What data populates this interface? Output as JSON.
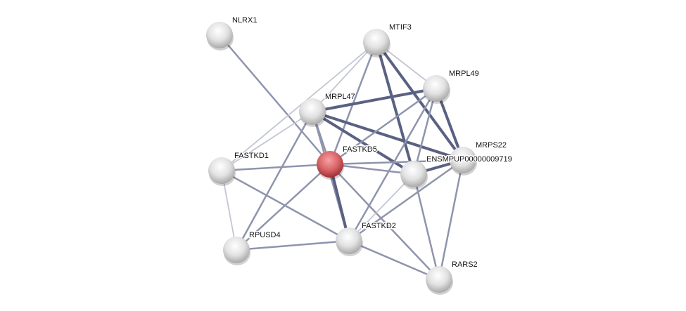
{
  "network": {
    "query_node": "FASTKD5",
    "colors": {
      "query": "#d9666a",
      "node": "#e4e4e4",
      "edge_strong": "#5a6182",
      "edge_medium": "#8f94ad",
      "edge_weak": "#c3c6d3"
    },
    "nodes": [
      {
        "id": "NLRX1",
        "label": "NLRX1"
      },
      {
        "id": "MTIF3",
        "label": "MTIF3"
      },
      {
        "id": "MRPL49",
        "label": "MRPL49"
      },
      {
        "id": "MRPL47",
        "label": "MRPL47"
      },
      {
        "id": "FASTKD5",
        "label": "FASTKD5"
      },
      {
        "id": "FASTKD1",
        "label": "FASTKD1"
      },
      {
        "id": "MRPS22",
        "label": "MRPS22"
      },
      {
        "id": "ENSMPUP00000009719",
        "label": "ENSMPUP00000009719"
      },
      {
        "id": "RPUSD4",
        "label": "RPUSD4"
      },
      {
        "id": "FASTKD2",
        "label": "FASTKD2"
      },
      {
        "id": "RARS2",
        "label": "RARS2"
      }
    ],
    "edges": [
      [
        "NLRX1",
        "FASTKD5",
        "medium"
      ],
      [
        "MTIF3",
        "MRPL47",
        "weak"
      ],
      [
        "MTIF3",
        "FASTKD1",
        "weak"
      ],
      [
        "MTIF3",
        "FASTKD5",
        "medium"
      ],
      [
        "MTIF3",
        "ENSMPUP00000009719",
        "strong"
      ],
      [
        "MTIF3",
        "MRPS22",
        "strong"
      ],
      [
        "MTIF3",
        "MRPL49",
        "weak"
      ],
      [
        "MRPL47",
        "MRPL49",
        "strong"
      ],
      [
        "MRPL47",
        "FASTKD5",
        "medium"
      ],
      [
        "MRPL47",
        "ENSMPUP00000009719",
        "strong"
      ],
      [
        "MRPL47",
        "MRPS22",
        "strong"
      ],
      [
        "MRPL47",
        "FASTKD1",
        "weak"
      ],
      [
        "MRPL47",
        "RPUSD4",
        "medium"
      ],
      [
        "MRPL47",
        "FASTKD2",
        "medium"
      ],
      [
        "MRPL49",
        "ENSMPUP00000009719",
        "medium"
      ],
      [
        "MRPL49",
        "MRPS22",
        "strong"
      ],
      [
        "MRPL49",
        "FASTKD5",
        "medium"
      ],
      [
        "MRPL49",
        "FASTKD2",
        "medium"
      ],
      [
        "FASTKD5",
        "FASTKD1",
        "medium"
      ],
      [
        "FASTKD5",
        "ENSMPUP00000009719",
        "medium"
      ],
      [
        "FASTKD5",
        "MRPS22",
        "medium"
      ],
      [
        "FASTKD5",
        "FASTKD2",
        "strong"
      ],
      [
        "FASTKD5",
        "RPUSD4",
        "medium"
      ],
      [
        "FASTKD5",
        "RARS2",
        "medium"
      ],
      [
        "FASTKD1",
        "RPUSD4",
        "weak"
      ],
      [
        "FASTKD1",
        "FASTKD2",
        "medium"
      ],
      [
        "RPUSD4",
        "FASTKD2",
        "medium"
      ],
      [
        "FASTKD2",
        "ENSMPUP00000009719",
        "weak"
      ],
      [
        "FASTKD2",
        "MRPS22",
        "medium"
      ],
      [
        "FASTKD2",
        "RARS2",
        "medium"
      ],
      [
        "ENSMPUP00000009719",
        "MRPS22",
        "strong"
      ],
      [
        "ENSMPUP00000009719",
        "RARS2",
        "medium"
      ],
      [
        "MRPS22",
        "RARS2",
        "medium"
      ]
    ]
  }
}
